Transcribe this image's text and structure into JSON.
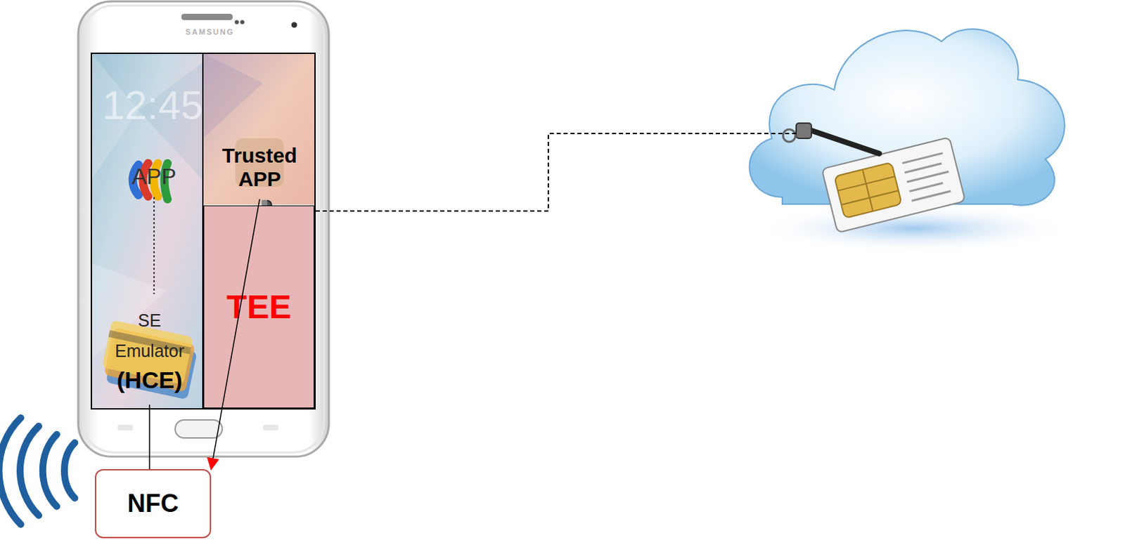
{
  "diagram": {
    "nodes": [
      {
        "text": [
          "Trusted APP"
        ]
      },
      {
        "text": [
          "APP"
        ]
      },
      {
        "text": [
          "SE Emulator",
          "(HCE)"
        ]
      },
      {
        "text": [
          "TEE"
        ]
      },
      {
        "text": [
          "NFC"
        ]
      }
    ],
    "edges": [
      {
        "from": 0,
        "to": 4,
        "arrow": "to"
      },
      {
        "from": 1,
        "to": 2,
        "arrow": "none"
      },
      {
        "from": 2,
        "to": 4,
        "arrow": "none"
      }
    ],
    "labels": [
      "SAMSUNG",
      "12:45"
    ]
  }
}
